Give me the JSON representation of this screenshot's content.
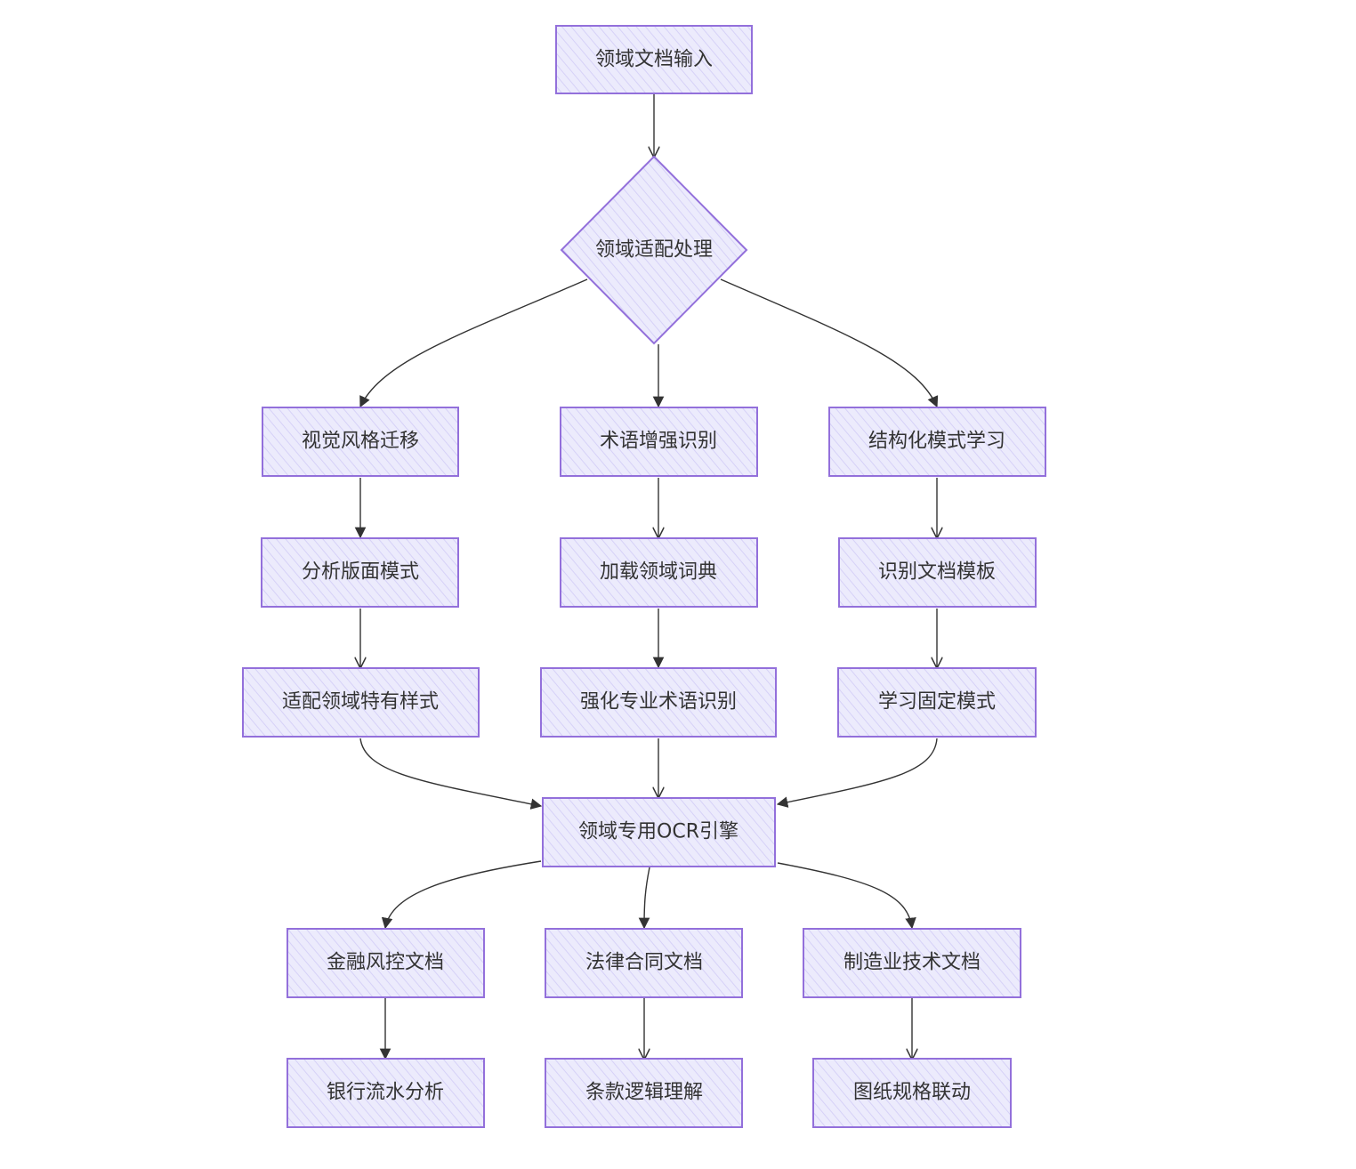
{
  "colors": {
    "node_fill": "#ECEBFC",
    "node_stroke": "#9370DB",
    "hatch": "#C9C3F2",
    "edge": "#333333",
    "text": "#333333"
  },
  "nodes": {
    "input": "领域文档输入",
    "process": "领域适配处理",
    "visual_transfer": "视觉风格迁移",
    "term_enhance": "术语增强识别",
    "structure_learn": "结构化模式学习",
    "layout_analysis": "分析版面模式",
    "load_dict": "加载领域词典",
    "template_recog": "识别文档模板",
    "style_adapt": "适配领域特有样式",
    "term_strengthen": "强化专业术语识别",
    "fixed_pattern": "学习固定模式",
    "ocr_engine": "领域专用OCR引擎",
    "finance": "金融风控文档",
    "legal": "法律合同文档",
    "manufacturing": "制造业技术文档",
    "bank_flow": "银行流水分析",
    "clause_logic": "条款逻辑理解",
    "drawing_link": "图纸规格联动"
  }
}
